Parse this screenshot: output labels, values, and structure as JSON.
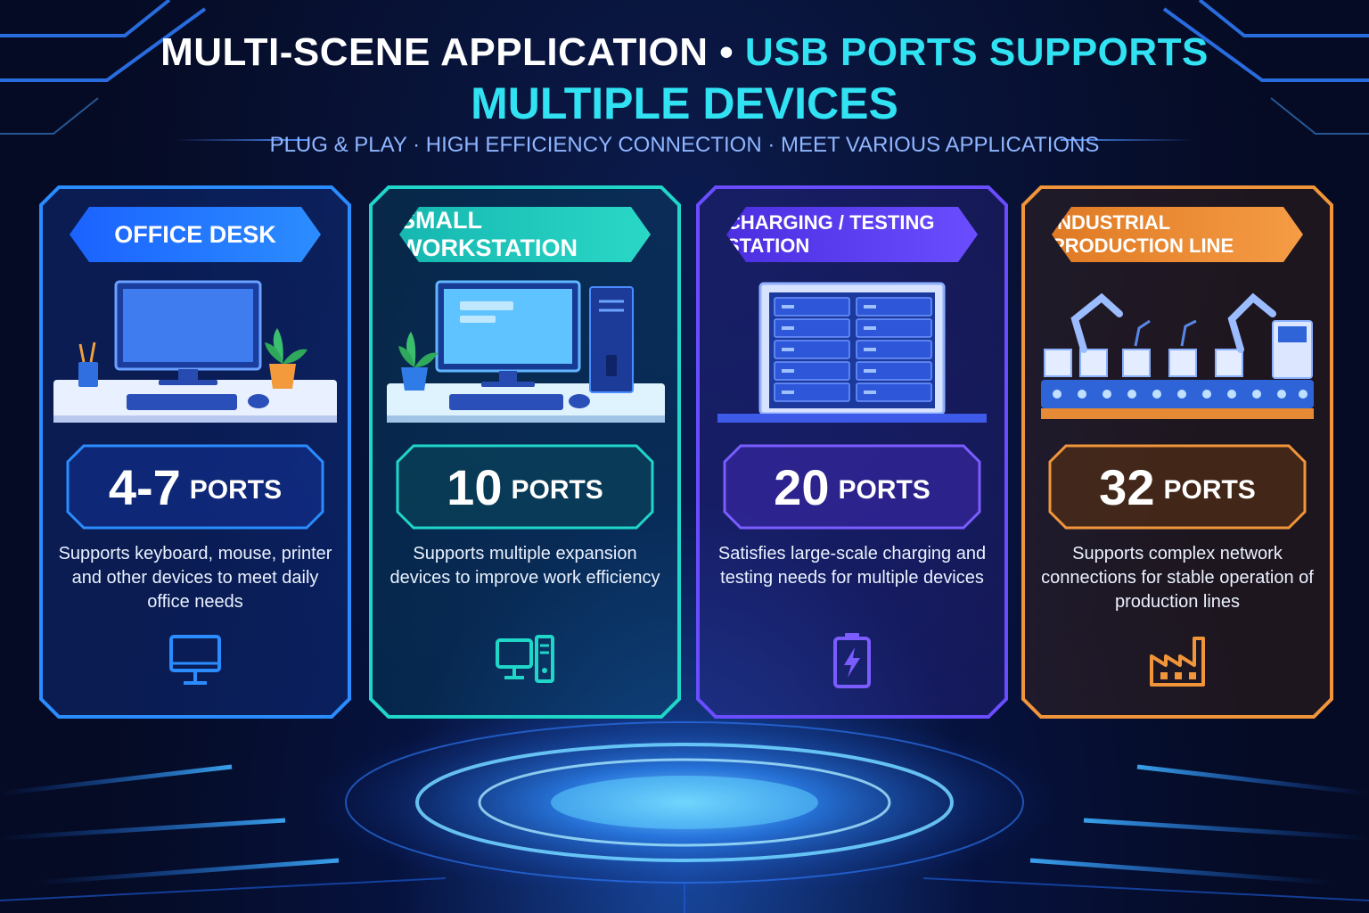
{
  "header": {
    "title_part1": "MULTI-SCENE APPLICATION",
    "title_separator": "•",
    "title_part2": "USB PORTS SUPPORTS",
    "title_line2": "MULTIPLE DEVICES",
    "subtitle": "PLUG & PLAY · HIGH EFFICIENCY CONNECTION · MEET VARIOUS APPLICATIONS"
  },
  "colors": {
    "accent_cyan": "#31e2f3",
    "office_blue": "#1e7bff",
    "workstation_teal": "#1fd6c9",
    "charging_purple": "#6a4dff",
    "industrial_orange": "#f0953a"
  },
  "cards": [
    {
      "title": "OFFICE DESK",
      "ports_number": "4-7",
      "ports_unit": "PORTS",
      "description": "Supports keyboard, mouse, printer and other devices to meet daily office needs",
      "icon": "monitor-icon"
    },
    {
      "title": "SMALL WORKSTATION",
      "ports_number": "10",
      "ports_unit": "PORTS",
      "description": "Supports multiple expansion devices to improve work efficiency",
      "icon": "computer-tower-icon"
    },
    {
      "title": "CHARGING / TESTING STATION",
      "ports_number": "20",
      "ports_unit": "PORTS",
      "description": "Satisfies large-scale charging and testing needs for multiple devices",
      "icon": "battery-charging-icon"
    },
    {
      "title": "INDUSTRIAL PRODUCTION LINE",
      "ports_number": "32",
      "ports_unit": "PORTS",
      "description": "Supports complex network connections for stable operation of production lines",
      "icon": "factory-icon"
    }
  ]
}
